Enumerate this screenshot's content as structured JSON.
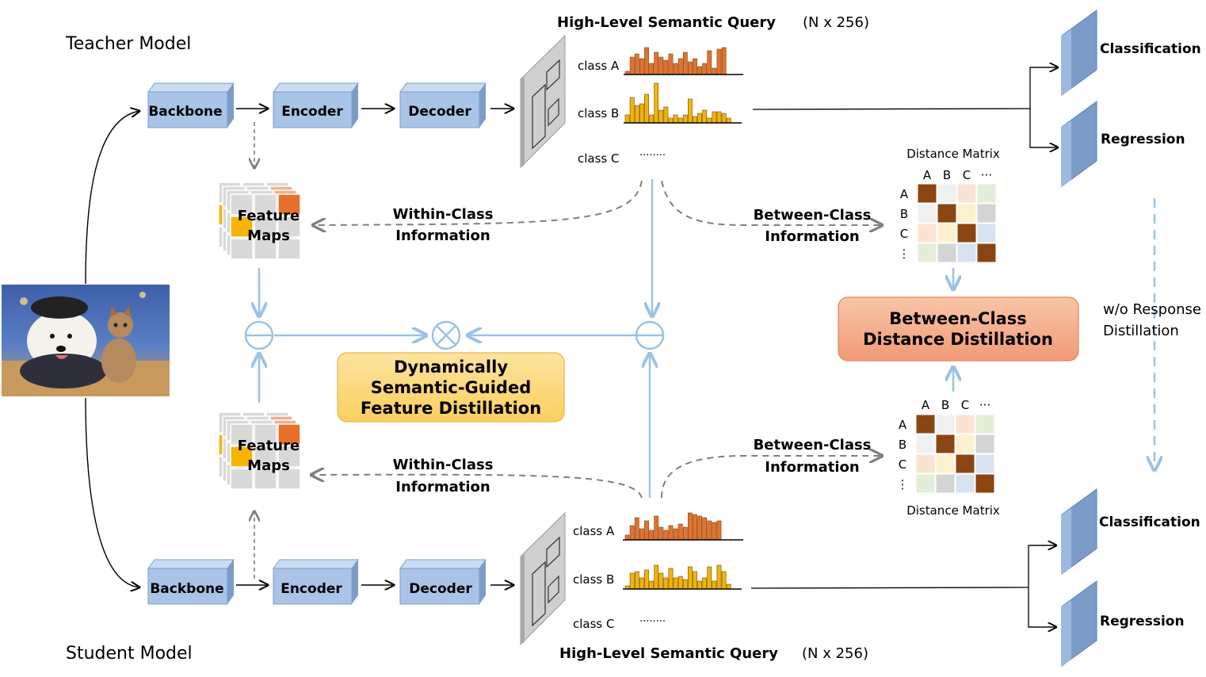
{
  "teacher_title": "Teacher Model",
  "student_title": "Student Model",
  "blocks": {
    "backbone": "Backbone",
    "encoder": "Encoder",
    "decoder": "Decoder"
  },
  "query_title": "High-Level Semantic Query",
  "query_dim": "(N x 256)",
  "classes": [
    "class A",
    "class B",
    "class C"
  ],
  "ellipsis": "········",
  "heads": {
    "classification": "Classification",
    "regression": "Regression"
  },
  "feature_maps": [
    "Feature",
    "Maps"
  ],
  "within_class": [
    "Within-Class",
    "Information"
  ],
  "between_class": [
    "Between-Class",
    "Information"
  ],
  "distance_matrix": "Distance Matrix",
  "matrix_cols": [
    "A",
    "B",
    "C",
    "···"
  ],
  "matrix_rows": [
    "A",
    "B",
    "C",
    "⋮"
  ],
  "dsg_box": [
    "Dynamically",
    "Semantic-Guided",
    "Feature Distillation"
  ],
  "bcd_box": [
    "Between-Class",
    "Distance Distillation"
  ],
  "wo_response": [
    "w/o Response",
    "Distillation"
  ],
  "colors": {
    "block_front": "#a9c4e6",
    "block_top": "#c9dcf2",
    "block_side": "#7c9cc8",
    "bar_orange": "#e8702a",
    "bar_yellow": "#f4b400",
    "arrow_blue": "#9cc2e5",
    "dashed_gray": "#7f7f7f",
    "dsg_fill": "#fdd77a",
    "bcd_fill": "#f2a07e"
  }
}
